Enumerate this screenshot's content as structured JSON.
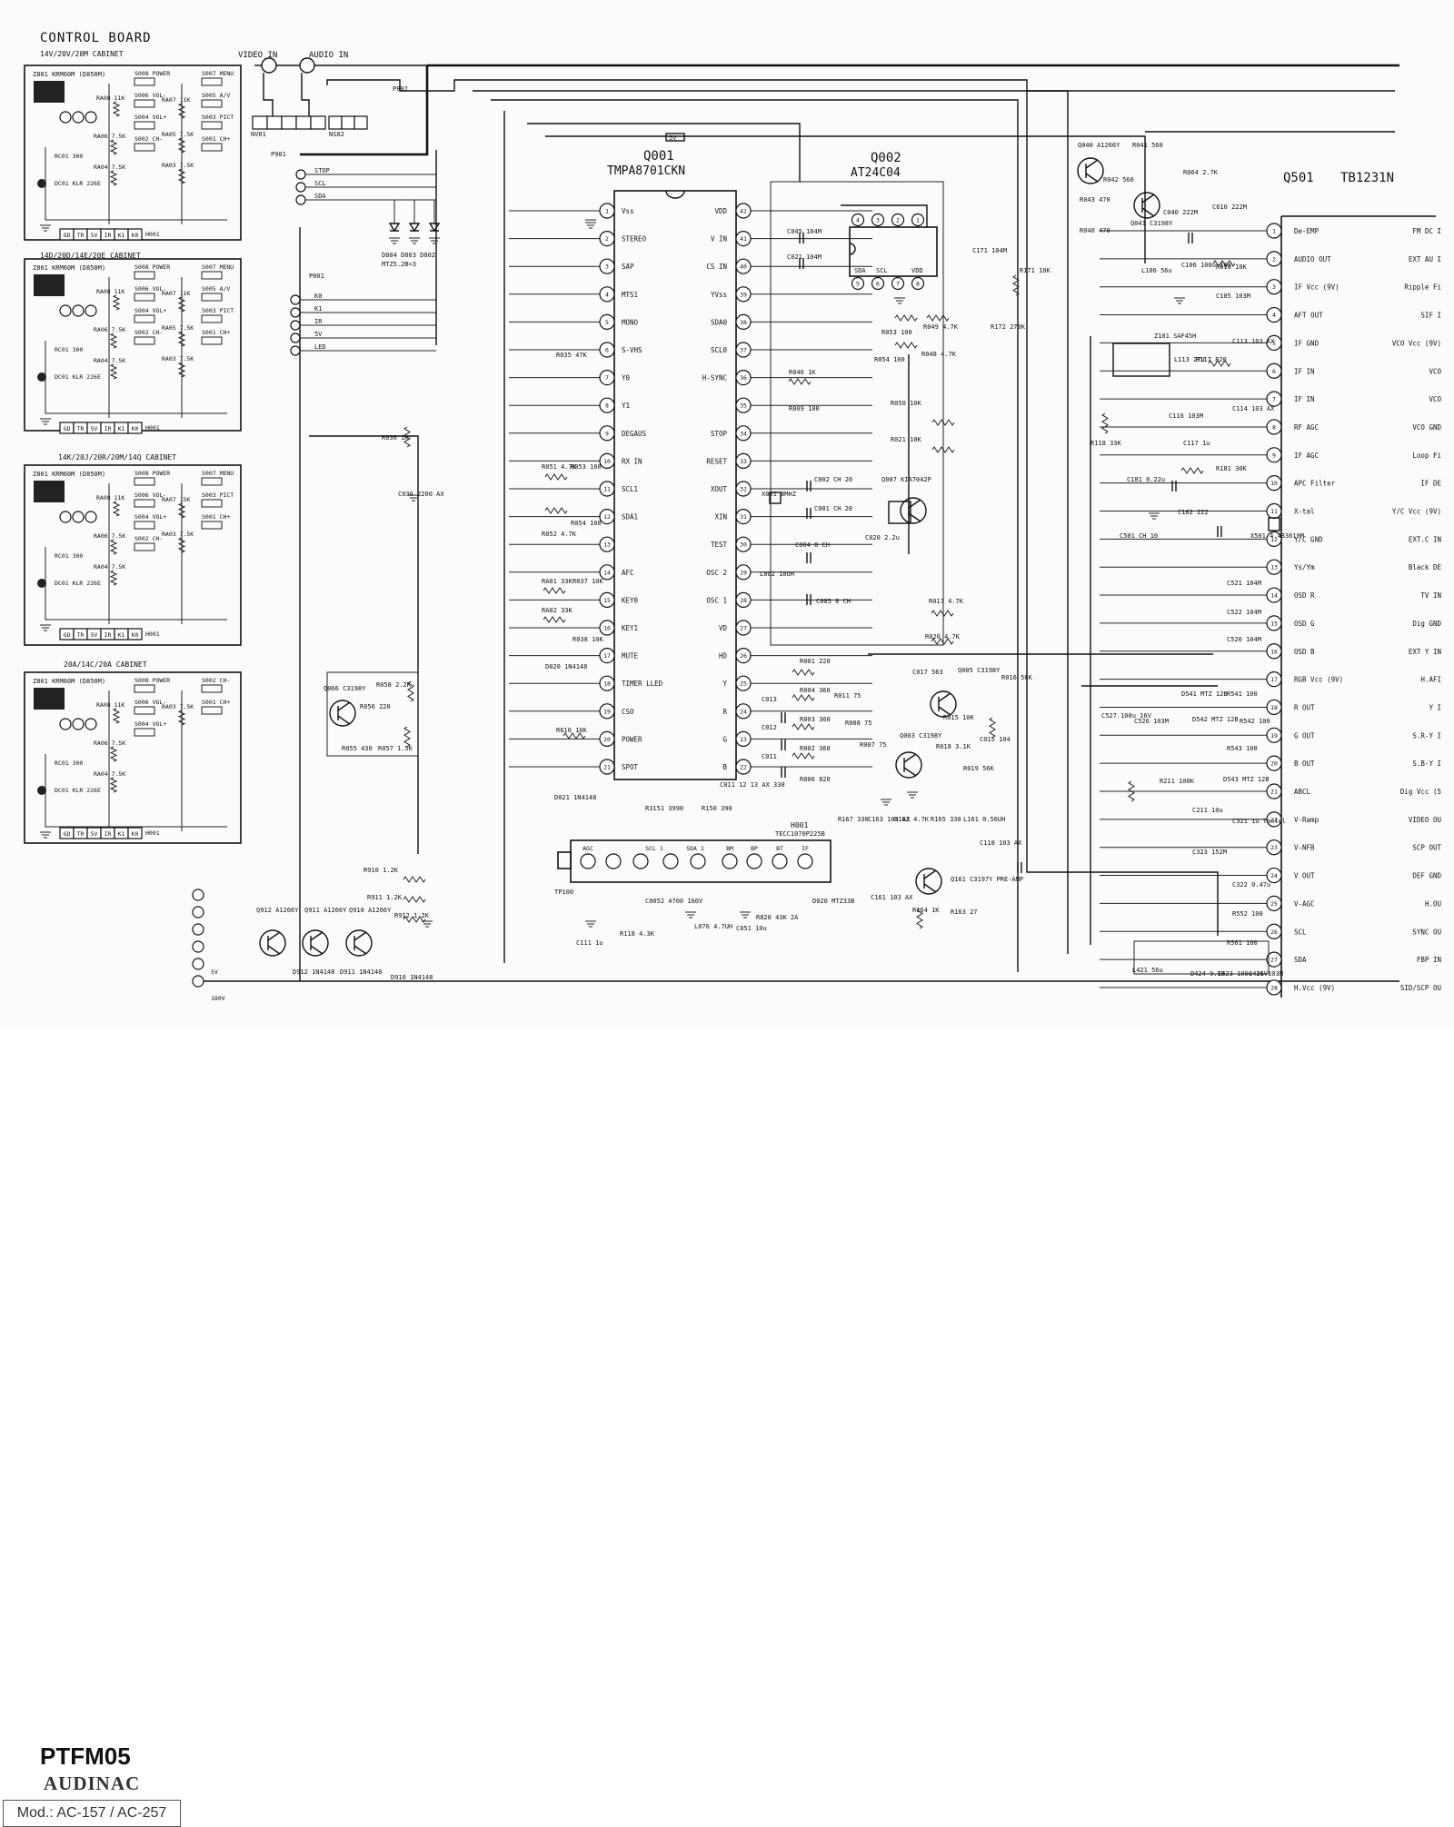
{
  "title": "CONTROL BOARD",
  "brand": {
    "model": "PTFM05",
    "maker": "AUDINAC",
    "mod": "Mod.: AC-157 / AC-257"
  },
  "boards": [
    {
      "cabinet": "14V/20V/20M CABINET",
      "module": "Z801 KRM60M (D850M)",
      "switches": [
        "S008 POWER",
        "S006 VOL-",
        "S004 VOL+",
        "S002 CH-",
        "S007 MENU",
        "S005 A/V",
        "S003 PICT",
        "S001 CH+"
      ],
      "resistors": [
        "RA08 11K",
        "RA06 7.5K",
        "RA04 7.5K",
        "RA07 11K",
        "RA05 7.5K",
        "RA03 7.5K"
      ],
      "led": [
        "RC01 300",
        "DC01 KLR 226E"
      ],
      "connector": "H001",
      "pins": [
        "GD",
        "TR",
        "5V",
        "IR",
        "K1",
        "K0"
      ]
    },
    {
      "cabinet": "14D/20D/14E/20E CABINET",
      "module": "Z801 KRM60M (D850M)",
      "switches": [
        "S008 POWER",
        "S006 VOL-",
        "S004 VOL+",
        "S002 CH-",
        "S007 MENU",
        "S005 A/V",
        "S003 PICT",
        "S001 CH+"
      ],
      "resistors": [
        "RA08 11K",
        "RA06 7.5K",
        "RA04 7.5K",
        "RA07 11K",
        "RA05 7.5K",
        "RA03 7.5K"
      ],
      "led": [
        "RC01 300",
        "DC01 KLR 226E"
      ],
      "connector": "H001",
      "pins": [
        "GD",
        "TR",
        "5V",
        "IR",
        "K1",
        "K0"
      ]
    },
    {
      "cabinet": "14K/20J/20R/20M/14Q CABINET",
      "module": "Z801 KRM60M (D850M)",
      "switches": [
        "S008 POWER",
        "S006 VOL-",
        "S004 VOL+",
        "S002 CH-",
        "S007 MENU",
        "S003 PICT",
        "S001 CH+"
      ],
      "resistors": [
        "RA08 11K",
        "RA06 7.5K",
        "RA04 7.5K",
        "RA07 15K",
        "RA03 7.5K"
      ],
      "led": [
        "RC01 300",
        "DC01 KLR 226E"
      ],
      "connector": "H001",
      "pins": [
        "GD",
        "TR",
        "5V",
        "IR",
        "K1",
        "K0"
      ]
    },
    {
      "cabinet": "20A/14C/20A CABINET",
      "module": "Z801 KRM60M (D850M)",
      "switches": [
        "S008 POWER",
        "S006 VOL-",
        "S004 VOL+",
        "S002 CH-",
        "S001 CH+"
      ],
      "resistors": [
        "RA08 11K",
        "RA06 7.5K",
        "RA04 7.5K",
        "RA03 7.5K"
      ],
      "led": [
        "RC01 300",
        "DC01 KLR 226E"
      ],
      "connector": "H001",
      "pins": [
        "GD",
        "TR",
        "5V",
        "IR",
        "K1",
        "K0"
      ]
    }
  ],
  "inputs": {
    "video_in": "VIDEO IN",
    "audio_in": "AUDIO IN",
    "nv01": "NV01",
    "ns82": "NS82",
    "p802": "P802",
    "p901": "P901",
    "p001": "P001",
    "p901_pins": [
      "STOP",
      "SCL",
      "SDA"
    ],
    "p001_pins": [
      "K0",
      "K1",
      "IR",
      "5V",
      "LED"
    ],
    "zeners": "D804 D803 D802",
    "zener_type": "MTZ5.2B=3"
  },
  "q001": {
    "ref": "Q001",
    "part": "TMPA8701CKN",
    "left": [
      {
        "n": "1",
        "s": "Vss"
      },
      {
        "n": "2",
        "s": "STEREO"
      },
      {
        "n": "3",
        "s": "SAP"
      },
      {
        "n": "4",
        "s": "MTS1"
      },
      {
        "n": "5",
        "s": "MONO"
      },
      {
        "n": "6",
        "s": "S-VHS"
      },
      {
        "n": "7",
        "s": "Y0"
      },
      {
        "n": "8",
        "s": "Y1"
      },
      {
        "n": "9",
        "s": "DEGAUS"
      },
      {
        "n": "10",
        "s": "RX IN"
      },
      {
        "n": "11",
        "s": "SCL1"
      },
      {
        "n": "12",
        "s": "SDA1"
      },
      {
        "n": "13",
        "s": " "
      },
      {
        "n": "14",
        "s": "AFC"
      },
      {
        "n": "15",
        "s": "KEY0"
      },
      {
        "n": "16",
        "s": "KEY1"
      },
      {
        "n": "17",
        "s": "MUTE"
      },
      {
        "n": "18",
        "s": "TIMER LLED"
      },
      {
        "n": "19",
        "s": "CSO"
      },
      {
        "n": "20",
        "s": "POWER"
      },
      {
        "n": "21",
        "s": "SPOT"
      }
    ],
    "right": [
      {
        "n": "42",
        "s": "VDD"
      },
      {
        "n": "41",
        "s": "V IN"
      },
      {
        "n": "40",
        "s": "CS IN"
      },
      {
        "n": "39",
        "s": "YVss"
      },
      {
        "n": "38",
        "s": "SDA0"
      },
      {
        "n": "37",
        "s": "SCL0"
      },
      {
        "n": "36",
        "s": "H-SYNC"
      },
      {
        "n": "35",
        "s": " "
      },
      {
        "n": "34",
        "s": "STOP"
      },
      {
        "n": "33",
        "s": "RESET"
      },
      {
        "n": "32",
        "s": "XOUT"
      },
      {
        "n": "31",
        "s": "XIN"
      },
      {
        "n": "30",
        "s": "TEST"
      },
      {
        "n": "29",
        "s": "OSC 2"
      },
      {
        "n": "28",
        "s": "OSC 1"
      },
      {
        "n": "27",
        "s": "VD"
      },
      {
        "n": "26",
        "s": "HD"
      },
      {
        "n": "25",
        "s": "Y"
      },
      {
        "n": "24",
        "s": "R"
      },
      {
        "n": "23",
        "s": "G"
      },
      {
        "n": "22",
        "s": "B"
      }
    ],
    "supply": "5V"
  },
  "q002": {
    "ref": "Q002",
    "part": "AT24C04",
    "pins_top": [
      "4",
      "3",
      "2",
      "1"
    ],
    "pins_bot": [
      "5",
      "6",
      "7",
      "8"
    ],
    "labels": [
      "SDA",
      "SCL",
      "VDD"
    ]
  },
  "q501": {
    "ref": "Q501",
    "part": "TB1231N",
    "left": [
      {
        "n": "1",
        "s": "De-EMP"
      },
      {
        "n": "2",
        "s": "AUDIO OUT"
      },
      {
        "n": "3",
        "s": "IF Vcc (9V)"
      },
      {
        "n": "4",
        "s": "AFT OUT"
      },
      {
        "n": "5",
        "s": "IF GND"
      },
      {
        "n": "6",
        "s": "IF IN"
      },
      {
        "n": "7",
        "s": "IF IN"
      },
      {
        "n": "8",
        "s": "RF AGC"
      },
      {
        "n": "9",
        "s": "IF AGC"
      },
      {
        "n": "10",
        "s": "APC Filter"
      },
      {
        "n": "11",
        "s": "X-tal"
      },
      {
        "n": "12",
        "s": "Y/C GND"
      },
      {
        "n": "13",
        "s": "Ys/Ym"
      },
      {
        "n": "14",
        "s": "OSD R"
      },
      {
        "n": "15",
        "s": "OSD G"
      },
      {
        "n": "16",
        "s": "OSD B"
      },
      {
        "n": "17",
        "s": "RGB Vcc (9V)"
      },
      {
        "n": "18",
        "s": "R OUT"
      },
      {
        "n": "19",
        "s": "G OUT"
      },
      {
        "n": "20",
        "s": "B OUT"
      },
      {
        "n": "21",
        "s": "ABCL"
      },
      {
        "n": "22",
        "s": "V-Ramp"
      },
      {
        "n": "23",
        "s": "V-NFB"
      },
      {
        "n": "24",
        "s": "V OUT"
      },
      {
        "n": "25",
        "s": "V-AGC"
      },
      {
        "n": "26",
        "s": "SCL"
      },
      {
        "n": "27",
        "s": "SDA"
      },
      {
        "n": "28",
        "s": "H.Vcc (9V)"
      }
    ],
    "right": [
      "FM DC I",
      "EXT AU I",
      "Ripple Fi",
      "SIF I",
      "VCO Vcc (9V)",
      "VCO",
      "VCO",
      "VCO GND",
      "Loop Fi",
      "IF DE",
      "Y/C Vcc (9V)",
      "EXT.C IN",
      "Black DE",
      "TV IN",
      "Dig GND",
      "EXT Y IN",
      "H.AFI",
      "Y I",
      "S.R-Y I",
      "S.B-Y I",
      "Dig Vcc (5",
      "VIDEO OU",
      "SCP OUT",
      "DEF GND",
      "H.OU",
      "SYNC OU",
      "FBP IN",
      "SID/SCP OU"
    ]
  },
  "h001": {
    "ref": "H001",
    "part": "TECC1070P225B",
    "pins": [
      "AGC",
      "SCL 1",
      "SDA 1",
      "BM",
      "BP",
      "BT",
      "IF"
    ]
  },
  "parts": [
    {
      "id": "r051",
      "t": "R051 4.7K"
    },
    {
      "id": "r053",
      "t": "R053 100"
    },
    {
      "id": "r052",
      "t": "R052 4.7K"
    },
    {
      "id": "r054",
      "t": "R054 100"
    },
    {
      "id": "r035",
      "t": "R035 47K"
    },
    {
      "id": "r036",
      "t": "R036 1K"
    },
    {
      "id": "c036",
      "t": "C036 2200 AX"
    },
    {
      "id": "ra01",
      "t": "RA01 33K"
    },
    {
      "id": "r037",
      "t": "R037 10K"
    },
    {
      "id": "ra02",
      "t": "RA02 33K"
    },
    {
      "id": "r038",
      "t": "R038 10K"
    },
    {
      "id": "d020",
      "t": "D020 1N4148"
    },
    {
      "id": "d021",
      "t": "D021 1N4148"
    },
    {
      "id": "r610",
      "t": "R610 10K"
    },
    {
      "id": "q066",
      "t": "Q066 C3198Y"
    },
    {
      "id": "r058",
      "t": "R058 2.2K"
    },
    {
      "id": "r056",
      "t": "R056 220"
    },
    {
      "id": "r055",
      "t": "R055 430"
    },
    {
      "id": "r057",
      "t": "R057 1.5K"
    },
    {
      "id": "c045",
      "t": "C045 104M"
    },
    {
      "id": "c021",
      "t": "C021 104M"
    },
    {
      "id": "r053b",
      "t": "R053 100"
    },
    {
      "id": "r054b",
      "t": "R054 100"
    },
    {
      "id": "r049",
      "t": "R049 4.7K"
    },
    {
      "id": "r048",
      "t": "R048 4.7K"
    },
    {
      "id": "r046",
      "t": "R046 1K"
    },
    {
      "id": "r172",
      "t": "R172 270K"
    },
    {
      "id": "c171",
      "t": "C171 104M"
    },
    {
      "id": "r171",
      "t": "R171 10K"
    },
    {
      "id": "r009",
      "t": "R009 100"
    },
    {
      "id": "r050",
      "t": "R050 10K"
    },
    {
      "id": "r021",
      "t": "R021 10K"
    },
    {
      "id": "x001",
      "t": "X001 8MHZ"
    },
    {
      "id": "c002",
      "t": "C002 CH 20"
    },
    {
      "id": "c001",
      "t": "C001 CH 20"
    },
    {
      "id": "q007",
      "t": "Q007 KIA7042P"
    },
    {
      "id": "c020",
      "t": "C020 2.2u"
    },
    {
      "id": "c004",
      "t": "C004 8 CH"
    },
    {
      "id": "l002",
      "t": "L002 18UH"
    },
    {
      "id": "c005",
      "t": "C005 8 CH"
    },
    {
      "id": "r017",
      "t": "R017 4.7K"
    },
    {
      "id": "r020",
      "t": "R020 4.7K"
    },
    {
      "id": "r001",
      "t": "R001 220"
    },
    {
      "id": "r004",
      "t": "R004 360"
    },
    {
      "id": "r011",
      "t": "R011 75"
    },
    {
      "id": "r003",
      "t": "R003 360"
    },
    {
      "id": "r008",
      "t": "R008 75"
    },
    {
      "id": "r002",
      "t": "R002 360"
    },
    {
      "id": "r007",
      "t": "R007 75"
    },
    {
      "id": "r006",
      "t": "R006 820"
    },
    {
      "id": "c013",
      "t": "C013"
    },
    {
      "id": "c012",
      "t": "C012"
    },
    {
      "id": "c011",
      "t": "C011"
    },
    {
      "id": "c011s",
      "t": "C011 12 13 AX 330"
    },
    {
      "id": "c017",
      "t": "C017 563"
    },
    {
      "id": "q005",
      "t": "Q005 C3198Y"
    },
    {
      "id": "r016",
      "t": "R016 56K"
    },
    {
      "id": "r015",
      "t": "R015 10K"
    },
    {
      "id": "q003",
      "t": "Q003 C3198Y"
    },
    {
      "id": "r018",
      "t": "R018 3.1K"
    },
    {
      "id": "c015",
      "t": "C015 104"
    },
    {
      "id": "r019",
      "t": "R019 56K"
    },
    {
      "id": "r3151",
      "t": "R3151 3990"
    },
    {
      "id": "r150",
      "t": "R150 390"
    },
    {
      "id": "r167",
      "t": "R167 330"
    },
    {
      "id": "c163",
      "t": "C163 103 AX"
    },
    {
      "id": "r162",
      "t": "R162 4.7K"
    },
    {
      "id": "r165",
      "t": "R165 330"
    },
    {
      "id": "l161",
      "t": "L161 0.56UH"
    },
    {
      "id": "c118",
      "t": "C118 103 AX"
    },
    {
      "id": "q161",
      "t": "Q161 C3197Y PRE-AMP"
    },
    {
      "id": "c161",
      "t": "C161 103 AX"
    },
    {
      "id": "r164",
      "t": "R164 1K"
    },
    {
      "id": "r163",
      "t": "R163 27"
    },
    {
      "id": "c0052",
      "t": "C0052 4700 160V"
    },
    {
      "id": "l076",
      "t": "L076 4.7UH"
    },
    {
      "id": "r820",
      "t": "R820 43K 2A"
    },
    {
      "id": "c051",
      "t": "C051 10u"
    },
    {
      "id": "d020z",
      "t": "D020 MTZ33B"
    },
    {
      "id": "c111",
      "t": "C111 1u"
    },
    {
      "id": "r118",
      "t": "R118 4.3K"
    },
    {
      "id": "tp",
      "t": "TP100"
    },
    {
      "id": "r910",
      "t": "R910 1.2K"
    },
    {
      "id": "r911",
      "t": "R911 1.2K"
    },
    {
      "id": "r912",
      "t": "R912 1.2K"
    },
    {
      "id": "q912",
      "t": "Q912 A1266Y"
    },
    {
      "id": "q911",
      "t": "Q911 A1266Y"
    },
    {
      "id": "q910",
      "t": "Q910 A1266Y"
    },
    {
      "id": "d912",
      "t": "D912 1N4148"
    },
    {
      "id": "d911",
      "t": "D911 1N4148"
    },
    {
      "id": "d910",
      "t": "D910 1N4148"
    },
    {
      "id": "v5",
      "t": "5V"
    },
    {
      "id": "v180",
      "t": "180V"
    },
    {
      "id": "q040",
      "t": "Q040 A1266Y"
    },
    {
      "id": "r041",
      "t": "R041 560"
    },
    {
      "id": "r042",
      "t": "R042 560"
    },
    {
      "id": "r043",
      "t": "R043 470"
    },
    {
      "id": "r040",
      "t": "R040 470"
    },
    {
      "id": "q041",
      "t": "Q041 C3198Y"
    },
    {
      "id": "c040",
      "t": "C040 222M"
    },
    {
      "id": "r064",
      "t": "R064 2.7K"
    },
    {
      "id": "c610",
      "t": "C610 222M"
    },
    {
      "id": "l106",
      "t": "L106 56u"
    },
    {
      "id": "c106",
      "t": "C106 100u 16V"
    },
    {
      "id": "r610b",
      "t": "R610 10K"
    },
    {
      "id": "c105",
      "t": "C105 103M"
    },
    {
      "id": "z101",
      "t": "Z101 SAF45H"
    },
    {
      "id": "l113",
      "t": "L113 27U"
    },
    {
      "id": "r117",
      "t": "R117 820"
    },
    {
      "id": "c113",
      "t": "C113 103 AX"
    },
    {
      "id": "c116",
      "t": "C116 103M"
    },
    {
      "id": "c114",
      "t": "C114 103 AX"
    },
    {
      "id": "r118b",
      "t": "R118 33K"
    },
    {
      "id": "c117",
      "t": "C117 1u"
    },
    {
      "id": "c181",
      "t": "C181 0.22u"
    },
    {
      "id": "r181",
      "t": "R181 30K"
    },
    {
      "id": "c182",
      "t": "C182 222"
    },
    {
      "id": "c501",
      "t": "C501 CH 10"
    },
    {
      "id": "x501",
      "t": "X501 4.433619M"
    },
    {
      "id": "c521",
      "t": "C521 104M"
    },
    {
      "id": "c522",
      "t": "C522 104M"
    },
    {
      "id": "c520",
      "t": "C520 104M"
    },
    {
      "id": "c527",
      "t": "C527 100u 16V"
    },
    {
      "id": "c526",
      "t": "C526 103M"
    },
    {
      "id": "d541",
      "t": "D541 MTZ 12B"
    },
    {
      "id": "r541",
      "t": "R541 100"
    },
    {
      "id": "d542",
      "t": "D542 MTZ 12B"
    },
    {
      "id": "r542",
      "t": "R542 100"
    },
    {
      "id": "r543",
      "t": "R543 100"
    },
    {
      "id": "d543",
      "t": "D543 MTZ 12B"
    },
    {
      "id": "r211",
      "t": "R211 100K"
    },
    {
      "id": "c211",
      "t": "C211 10u"
    },
    {
      "id": "c321",
      "t": "C321 1u Tantel"
    },
    {
      "id": "c323",
      "t": "C323 152M"
    },
    {
      "id": "c322",
      "t": "C322 0.47u"
    },
    {
      "id": "r552",
      "t": "R552 100"
    },
    {
      "id": "r561",
      "t": "R561 100"
    },
    {
      "id": "l421",
      "t": "L421 56u"
    },
    {
      "id": "d424",
      "t": "D424 9.1B"
    },
    {
      "id": "c423",
      "t": "C423 100u 16V"
    },
    {
      "id": "c421",
      "t": "C421 103M"
    }
  ]
}
